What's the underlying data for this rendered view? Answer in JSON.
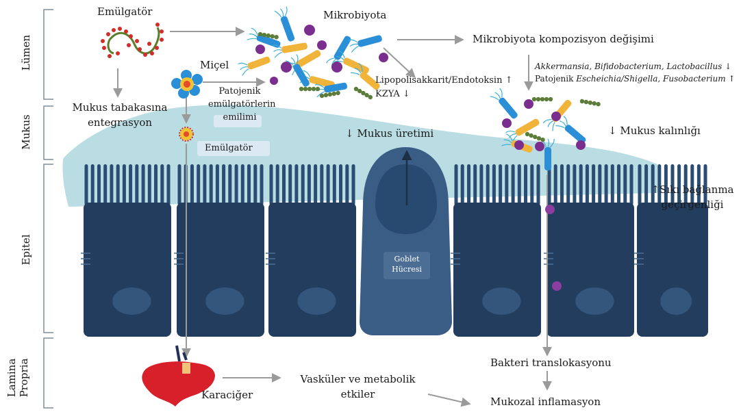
{
  "layers": {
    "lumen": "Lümen",
    "mucus": "Mukus",
    "epithelium": "Epitel",
    "lamina_line1": "Lamina",
    "lamina_line2": "Propria"
  },
  "labels": {
    "emulsifier_top": "Emülgatör",
    "microbiota": "Mikrobiyota",
    "composition_change": "Mikrobiyota kompozisyon değişimi",
    "beneficial_bacteria": "Akkermansia, Bifidobacterium, Lactobacillus ↓",
    "pathogenic_prefix": "Patojenik ",
    "pathogenic_bacteria": "Escheichia/Shigella, Fusobacterium",
    "pathogenic_suffix": " ↑",
    "micelle": "Miçel",
    "lps": "Lipopolisakkarit/Endotoksin ↑",
    "scfa": "KZYA ↓",
    "pathogenic_absorption_l1": "Patojenik",
    "pathogenic_absorption_l2": "emülgatörlerin",
    "pathogenic_absorption_l3": "emilimi",
    "mucus_integration_l1": "Mukus tabakasına",
    "mucus_integration_l2": "entegrasyon",
    "emulsifier_mucus": "Emülgatör",
    "mucus_production": "↓   Mukus üretimi",
    "mucus_thickness": "↓ Mukus kalınlığı",
    "tight_junction_l1": "↑Sıkı bağlanma",
    "tight_junction_l2": "geçirgenliği",
    "goblet_l1": "Goblet",
    "goblet_l2": "Hücresi",
    "liver": "Karaciğer",
    "vascular_l1": "Vasküler ve metabolik",
    "vascular_l2": "etkiler",
    "bacterial_translocation": "Bakteri translokasyonu",
    "mucosal_inflammation": "Mukozal inflamasyon"
  },
  "colors": {
    "cell": "#223d5e",
    "cell_light": "#2c4d73",
    "goblet": "#3a5d86",
    "mucus": "#b9dde2",
    "arrow": "#9a9a9a",
    "liver": "#d8202b",
    "bracket": "#7d8d9b"
  }
}
